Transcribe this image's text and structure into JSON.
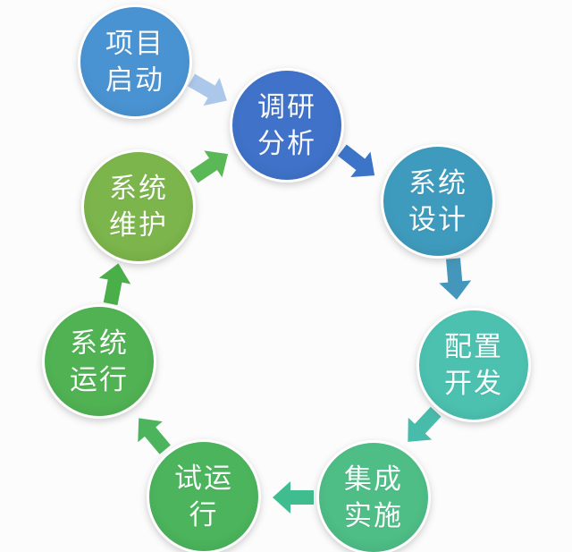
{
  "diagram": {
    "type": "process-cycle",
    "background_color": "#fcfcfc",
    "text_color": "#ffffff",
    "steps": [
      {
        "id": "project-start",
        "label": "项目\n启动",
        "color": "#4a93d2"
      },
      {
        "id": "research-analysis",
        "label": "调研\n分析",
        "color": "#3f72c8"
      },
      {
        "id": "system-design",
        "label": "系统\n设计",
        "color": "#3f9bbd"
      },
      {
        "id": "config-development",
        "label": "配置\n开发",
        "color": "#4cc1b0"
      },
      {
        "id": "integration-implementation",
        "label": "集成\n实施",
        "color": "#4ebd86"
      },
      {
        "id": "trial-run",
        "label": "试运\n行",
        "color": "#4bb45c"
      },
      {
        "id": "system-operation",
        "label": "系统\n运行",
        "color": "#50b253"
      },
      {
        "id": "system-maintenance",
        "label": "系统\n维护",
        "color": "#7cb54b"
      }
    ],
    "arrows": [
      {
        "id": "project-to-research",
        "from": "项目启动",
        "to": "调研分析",
        "color": "#abc7ea"
      },
      {
        "id": "research-to-design",
        "from": "调研分析",
        "to": "系统设计",
        "color": "#3c74c8"
      },
      {
        "id": "design-to-config",
        "from": "系统设计",
        "to": "配置开发",
        "color": "#4496ba"
      },
      {
        "id": "config-to-integration",
        "from": "配置开发",
        "to": "集成实施",
        "color": "#48bcab"
      },
      {
        "id": "integration-to-trial",
        "from": "集成实施",
        "to": "试运行",
        "color": "#3fbd8e"
      },
      {
        "id": "trial-to-operation",
        "from": "试运行",
        "to": "系统运行",
        "color": "#4bb45c"
      },
      {
        "id": "operation-to-maintenance",
        "from": "系统运行",
        "to": "系统维护",
        "color": "#4aae49"
      },
      {
        "id": "maintenance-to-research",
        "from": "系统维护",
        "to": "调研分析",
        "color": "#5ab857"
      }
    ]
  }
}
